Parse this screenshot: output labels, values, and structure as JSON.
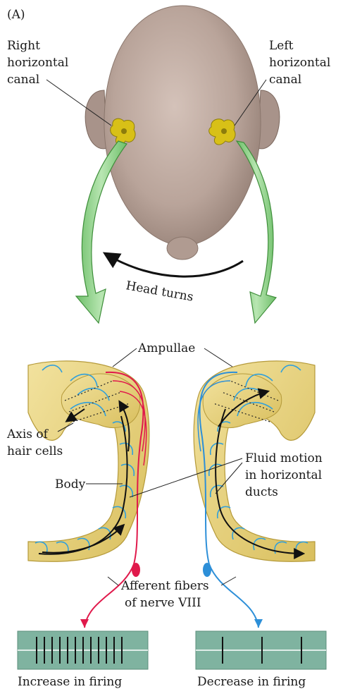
{
  "panel_label": "(A)",
  "head": {
    "right_canal_label": [
      "Right",
      "horizontal",
      "canal"
    ],
    "left_canal_label": [
      "Left",
      "horizontal",
      "canal"
    ],
    "head_turns_label": "Head turns"
  },
  "ducts": {
    "ampullae_label": "Ampullae",
    "axis_label": [
      "Axis of",
      "hair cells"
    ],
    "body_label": "Body",
    "fluid_label": [
      "Fluid motion",
      "in horizontal",
      "ducts"
    ],
    "afferent_label": [
      "Afferent fibers",
      "of nerve VIII"
    ]
  },
  "firing": {
    "increase_label": "Increase in firing",
    "decrease_label": "Decrease in firing"
  },
  "colors": {
    "skin": "#b9a49a",
    "canal_fill": "#ead78a",
    "hair_cell_blue": "#2f9fdc",
    "afferent_red": "#e0194b",
    "afferent_blue": "#2d8fd8",
    "arrow_green": "#8fd08a",
    "recording_bg": "#7fb3a0"
  }
}
